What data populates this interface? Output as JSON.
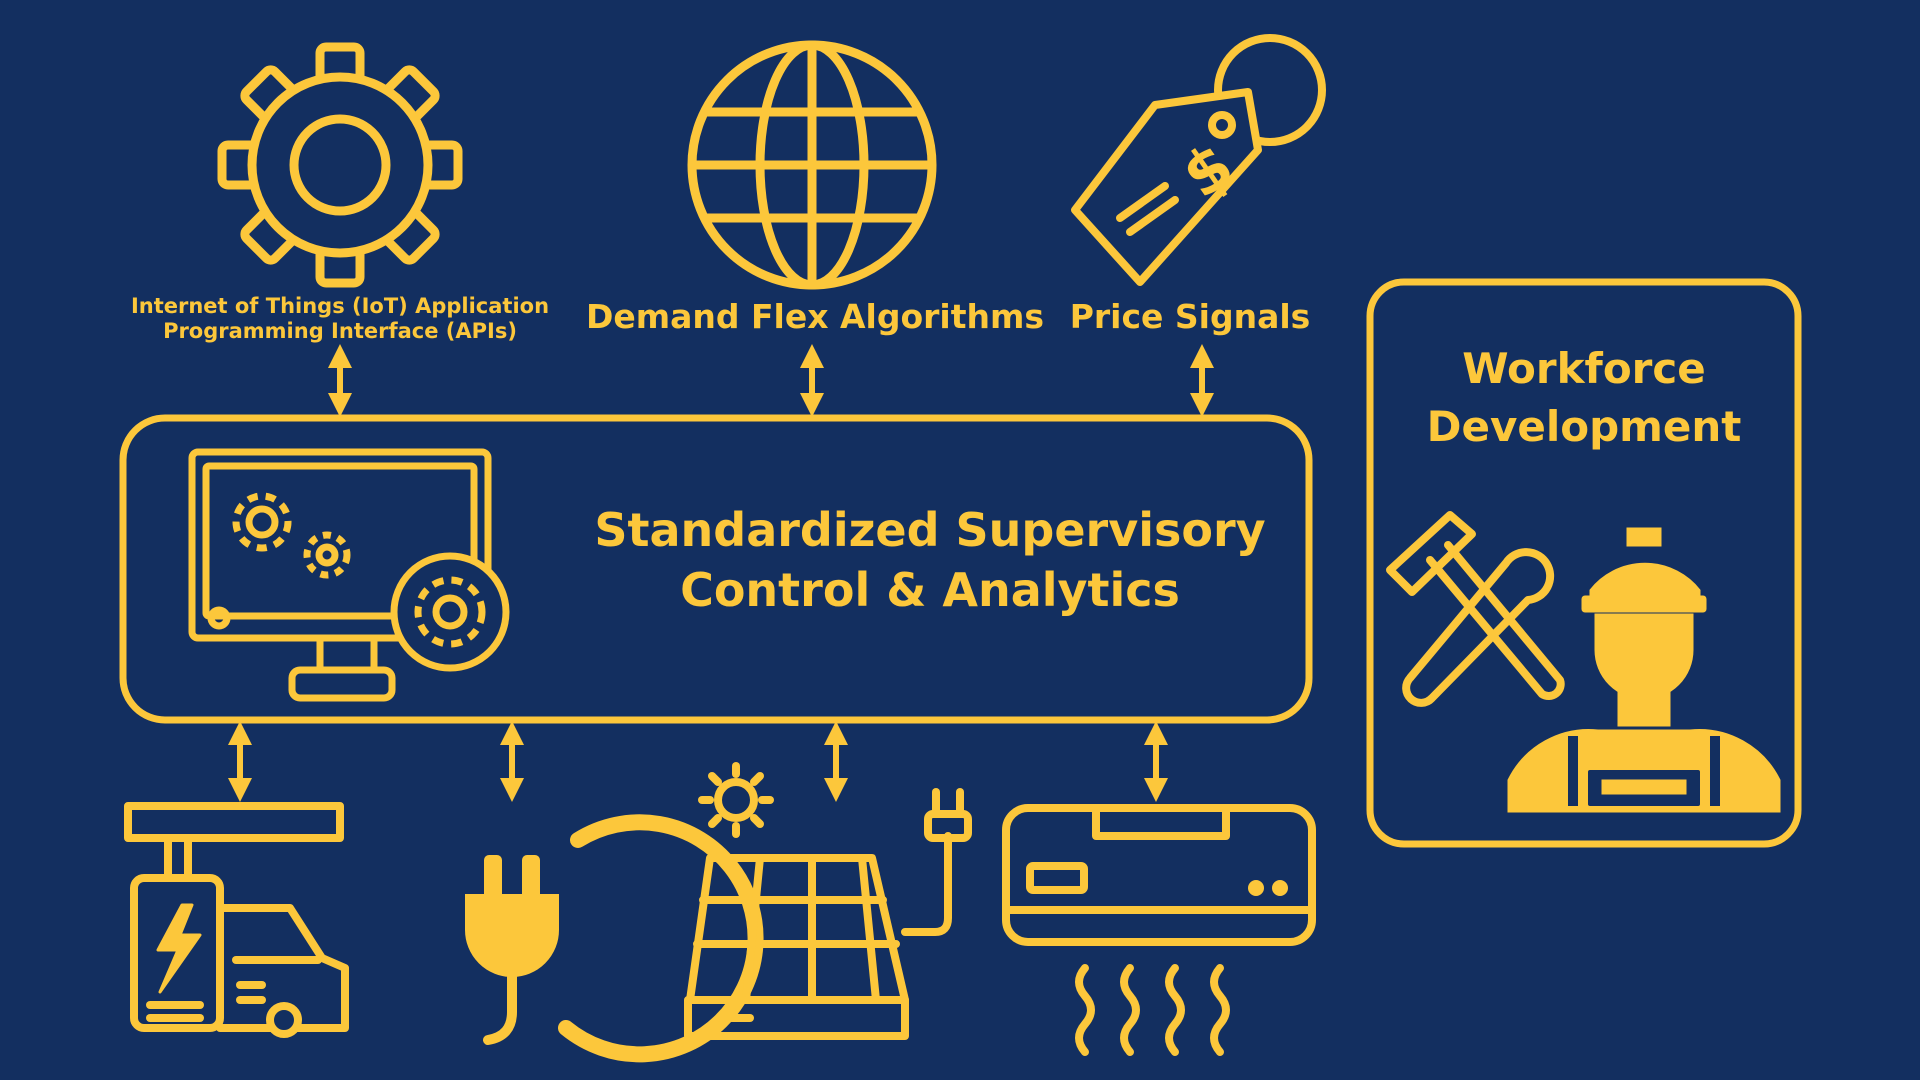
{
  "colors": {
    "background": "#132f60",
    "accent": "#fcc73b"
  },
  "top_nodes": [
    {
      "icon": "gear-icon",
      "label_line1": "Internet of Things (IoT) Application",
      "label_line2": "Programming Interface (APIs)"
    },
    {
      "icon": "globe-icon",
      "label": "Demand Flex Algorithms"
    },
    {
      "icon": "price-tag-icon",
      "label": "Price Signals"
    }
  ],
  "central_box": {
    "icon": "computer-monitor-gears-icon",
    "title_line1": "Standardized Supervisory",
    "title_line2": "Control & Analytics"
  },
  "bottom_nodes": [
    {
      "icon": "ev-charging-station-icon"
    },
    {
      "icon": "electric-plug-icon"
    },
    {
      "icon": "solar-panel-icon"
    },
    {
      "icon": "air-conditioner-icon"
    }
  ],
  "side_panel": {
    "title_line1": "Workforce",
    "title_line2": "Development",
    "icons": [
      "hammer-wrench-icon",
      "construction-worker-icon"
    ]
  }
}
